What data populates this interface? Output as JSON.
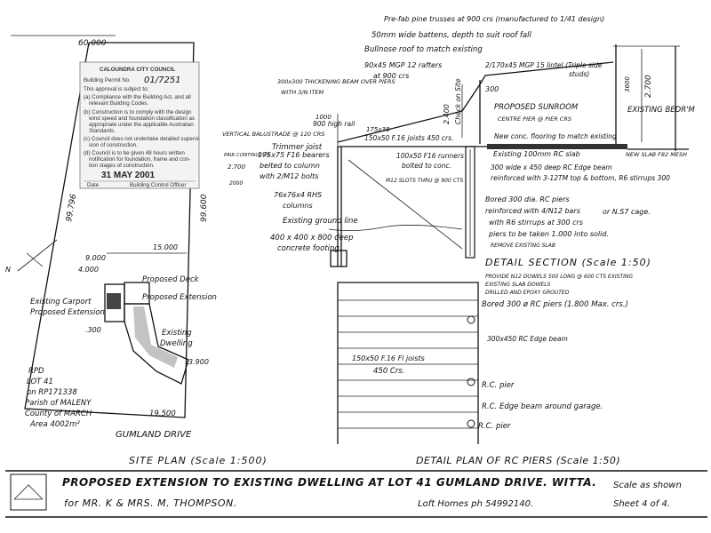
{
  "stamp": {
    "council": "CALOUNDRA CITY COUNCIL",
    "permit_label": "Building Permit No.",
    "permit_no": "01/7251",
    "subject": "This approval is subject to:",
    "cond_a": "(a) Compliance with the Building Act, and all",
    "cond_a2": "relevant Building Codes.",
    "cond_b": "(b) Construction is to comply with the design",
    "cond_b2": "wind speed and foundation classification as",
    "cond_b3": "appropriate under the applicable Australian",
    "cond_b4": "Standards.",
    "cond_c": "(c) Council does not undertake detailed supervi-",
    "cond_c2": "sion of construction.",
    "cond_d": "(d) Council is to be given 48 hours written",
    "cond_d2": "notification for foundation, frame and con-",
    "cond_d3": "tion stages of construction.",
    "date": "31 MAY 2001",
    "date_label": "Date",
    "officer_label": "Building Control Officer"
  },
  "site_plan": {
    "dim_top": "60.000",
    "dim_left": "99.796",
    "dim_right": "99.600",
    "dim_15": "15.000",
    "dim_9": "9.000",
    "dim_4": "4.000",
    "dim_300": ".300",
    "dim_3900": "3.900",
    "dim_19500": "19.500",
    "proposed_deck": "Proposed Deck",
    "proposed_extension": "Proposed Extension",
    "existing_carport": "Existing Carport",
    "proposed_extension_2": "Proposed Extension",
    "existing_dwelling_1": "Existing",
    "existing_dwelling_2": "Dwelling",
    "rpd": "RPD",
    "lot": "LOT 41",
    "on_rp": "on RP171338",
    "parish": "Parish of MALENY",
    "county": "County of MARCH",
    "area": "Area 4002m²",
    "road": "GUMLAND DRIVE",
    "title": "SITE PLAN (Scale 1:500)"
  },
  "section": {
    "n_truss": "Pre-fab pine trusses at 900 crs (manufactured to 1/41 design)",
    "n_battens": "50mm wide battens, depth to suit roof fall",
    "n_bullnose": "Bullnose roof to match existing",
    "n_rafters": "90x45 MGP 12 rafters",
    "n_rafters2": "at 900 crs",
    "n_lintel": "2/170x45 MGP 15 lintel (Triple side",
    "n_lintel2": "studs)",
    "n_thickening": "300x300 THICKENING BEAM OVER PIERS",
    "n_with": "WITH 3/N ITEM",
    "n_300": "300",
    "n_2700": "2.700",
    "n_3600": "3600",
    "n_2400": "2.400",
    "n_check": "Check on Site",
    "n_sunroom": "PROPOSED SUNROOM",
    "n_centre": "CENTRE PIER @ PIER CRS",
    "n_existing_bedroom": "EXISTING BEDR'M",
    "n_new_conc": "New conc. flooring to match existing",
    "n_1000": "1000",
    "n_highrail": "900 high rail",
    "n_vertical": "VERTICAL BALUSTRADE @ 120 CRS",
    "n_175x38": "175x38",
    "n_joists": "150x50 F.16 joists 450 crs.",
    "n_trimmer": "Trimmer joist",
    "n_existing_slab": "Existing 100mm RC slab",
    "n_edge_beam": "300 wide x 450 deep RC Edge beam",
    "n_reinforced": "reinforced with 3-12TM top & bottom, R6 stirrups 300",
    "n_new_slab": "NEW SLAB F82 MESH",
    "n_runners": "100x50 F16 runners",
    "n_bolted": "bolted to conc.",
    "n_m12": "M12 SLOTS THRU @ 900 CTS",
    "n_bearers_pre": "PAIR CONTINUOUS",
    "n_bearers": "175x75 F16 bearers",
    "n_bearers2": "belted to column",
    "n_bearers3": "with 2/M12 bolts",
    "n_2700b": "2.700",
    "n_2000": "2000",
    "n_rhs": "76x76x4 RHS",
    "n_columns": "columns",
    "n_bored": "Bored 300 dia. RC piers",
    "n_bored2": "reinforced with 4/N12 bars",
    "n_or": "or N.S7 cage.",
    "n_bored3": "with R6 stirrups at 300 crs",
    "n_bored4": "piers to be taken 1.000 into solid.",
    "n_remove": "REMOVE EXISTING SLAB",
    "n_ground": "Existing ground line",
    "n_footing": "400 x 400 x 800 deep",
    "n_footing2": "concrete footing",
    "title": "DETAIL SECTION (Scale 1:50)"
  },
  "pier_plan": {
    "n_provide": "PROVIDE N12 DOWELS 500 LONG @ 600 CTS EXISTING",
    "n_provide2": "EXISTING SLAB DOWELS",
    "n_provide3": "DRILLED AND EPOXY GROUTED",
    "n_bored": "Bored 300 ø RC piers (1.800 Max. crs.)",
    "n_edge": "300x450 RC Edge beam",
    "n_joists": "150x50 F.16 Fl joists",
    "n_450": "450 Crs.",
    "n_pier1": "R.C. pier",
    "n_garage": "R.C. Edge beam around garage.",
    "n_pier2": "R.C. pier",
    "title": "DETAIL PLAN OF RC PIERS (Scale 1:50)"
  },
  "title_block": {
    "main": "PROPOSED EXTENSION TO EXISTING DWELLING AT LOT 41 GUMLAND DRIVE. WITTA.",
    "client": "for MR. K & MRS. M. THOMPSON.",
    "designer": "Loft Homes ph 54992140.",
    "scale": "Scale as shown",
    "sheet": "Sheet 4 of 4."
  }
}
